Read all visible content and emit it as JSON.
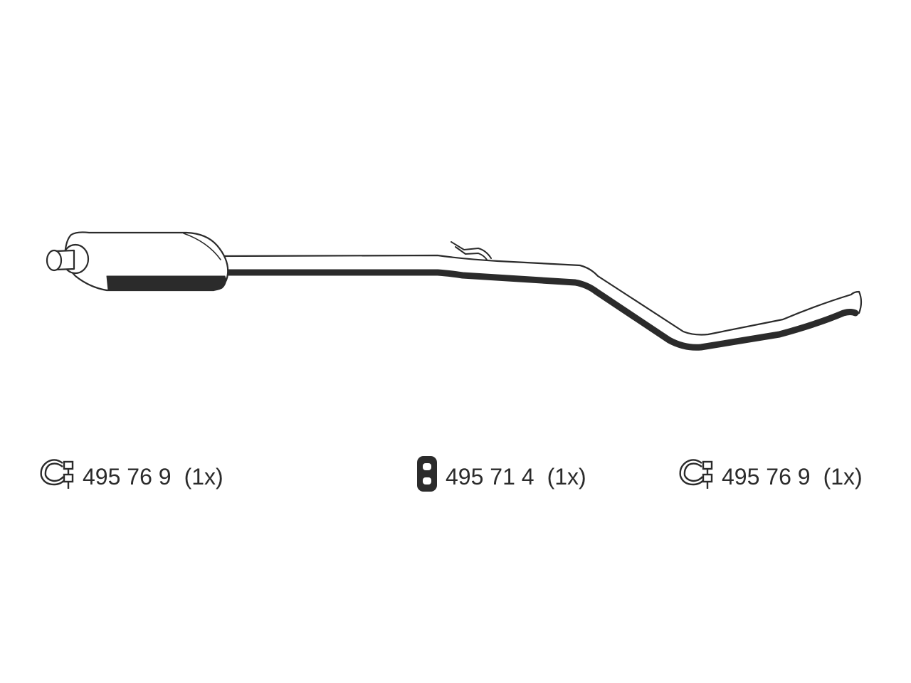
{
  "parts": [
    {
      "icon": "clamp-icon",
      "number": "495 76 9",
      "qty": "(1x)"
    },
    {
      "icon": "rubber-mount-icon",
      "number": "495 71 4",
      "qty": "(1x)"
    },
    {
      "icon": "clamp-icon",
      "number": "495 76 9",
      "qty": "(1x)"
    }
  ],
  "colors": {
    "line": "#2b2b2b",
    "fill": "#ffffff"
  }
}
